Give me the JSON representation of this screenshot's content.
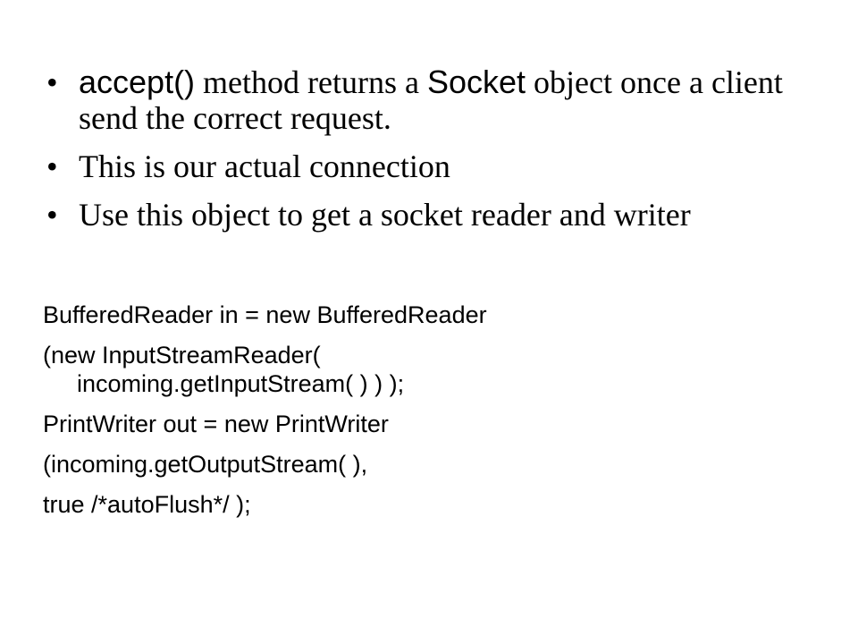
{
  "bullets": [
    {
      "parts": [
        {
          "text": "accept()",
          "font": "sans"
        },
        {
          "text": " method returns a ",
          "font": "serif"
        },
        {
          "text": "Socket",
          "font": "sans"
        },
        {
          "text": " object once a client send the correct request.",
          "font": "serif"
        }
      ]
    },
    {
      "parts": [
        {
          "text": "This is our actual connection",
          "font": "serif"
        }
      ]
    },
    {
      "parts": [
        {
          "text": "Use this object to get a socket reader and writer",
          "font": "serif"
        }
      ]
    }
  ],
  "bullet_char": "•",
  "code": {
    "line1": "BufferedReader  in = new BufferedReader",
    "line2a": "(new InputStreamReader(",
    "line2b": "incoming.getInputStream(  )  )  );",
    "line3": "PrintWriter out = new PrintWriter",
    "line4": "(incoming.getOutputStream(  ),",
    "line5": "true /*autoFlush*/  );"
  }
}
